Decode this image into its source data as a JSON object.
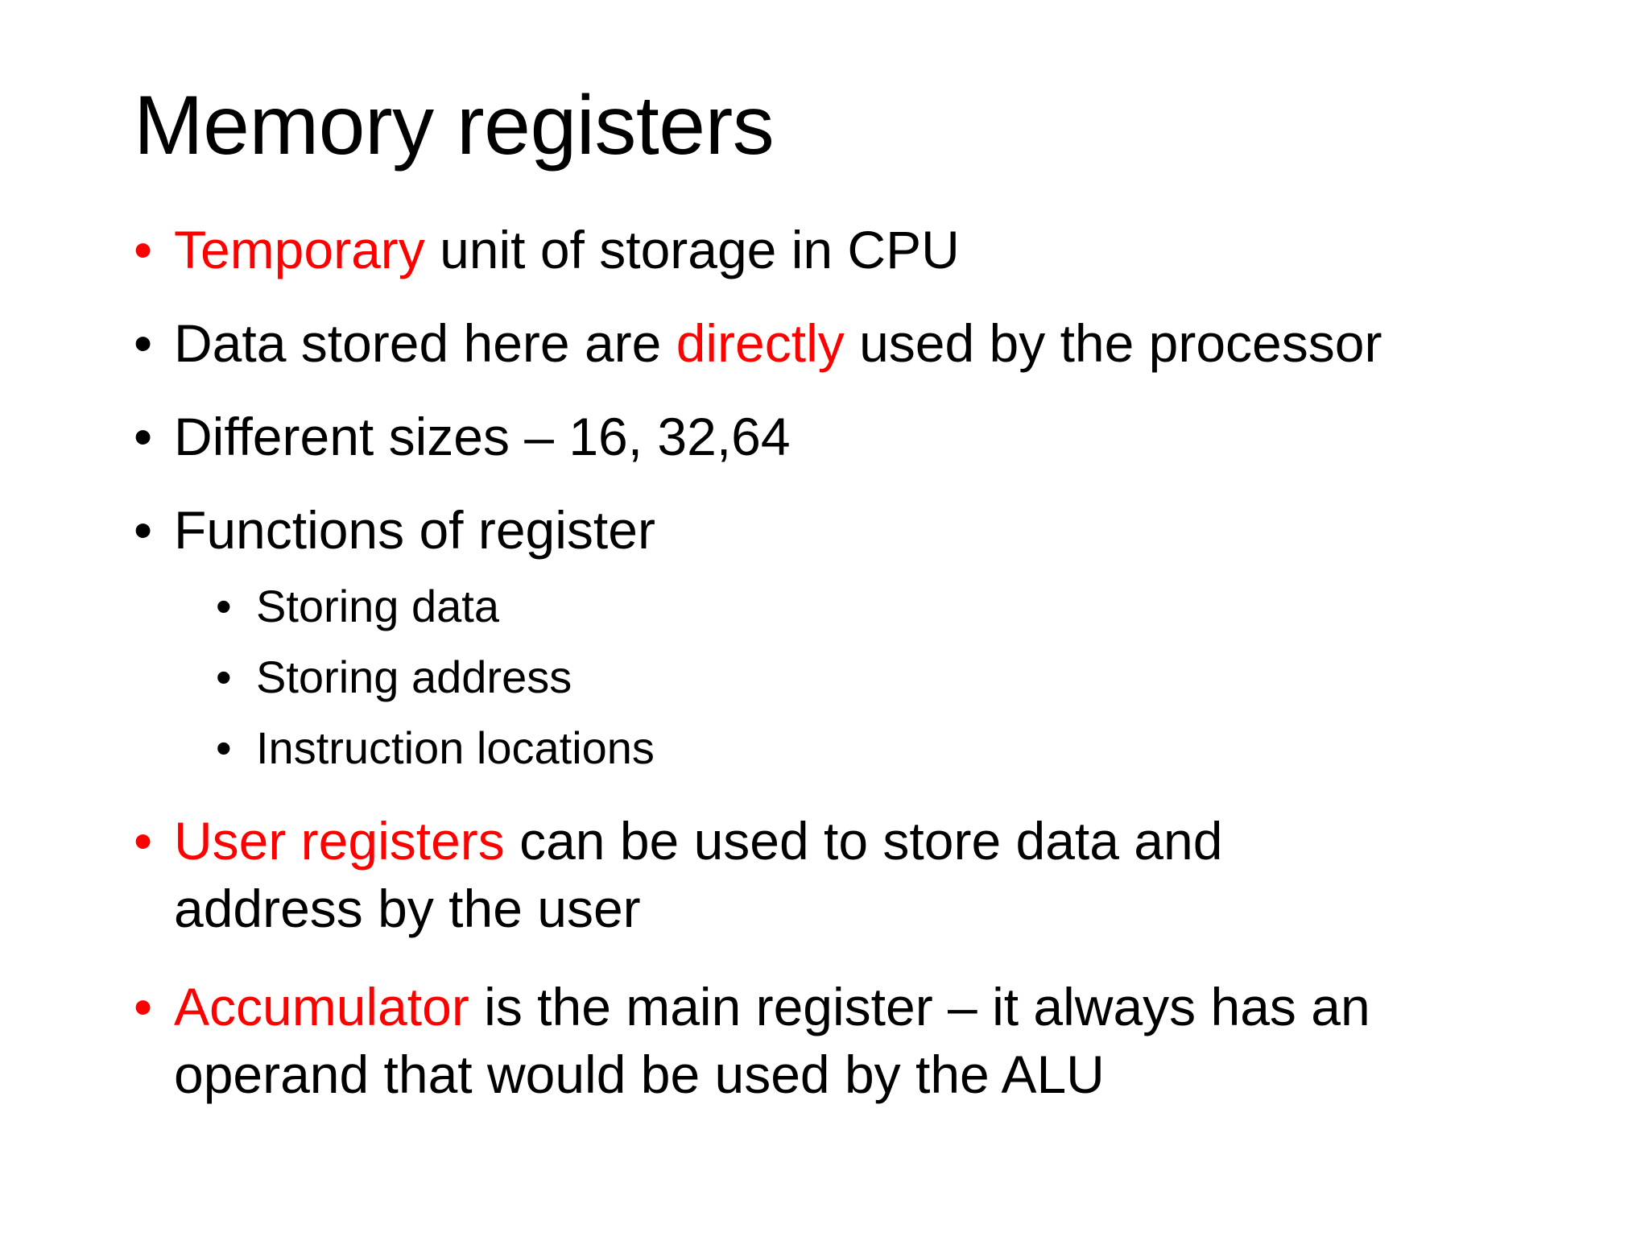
{
  "slide": {
    "title": "Memory registers",
    "colors": {
      "text": "#000000",
      "highlight": "#ff0000",
      "background": "#ffffff"
    },
    "bullet_glyph": "•",
    "items": [
      {
        "pre": "",
        "highlight": "Temporary",
        "post": " unit of storage in CPU"
      },
      {
        "pre": "Data stored here are ",
        "highlight": "directly",
        "post": " used by the processor"
      },
      {
        "pre": "Different sizes – 16, 32,64",
        "highlight": "",
        "post": ""
      },
      {
        "pre": "Functions of register",
        "highlight": "",
        "post": ""
      },
      {
        "pre": "",
        "highlight": "User registers",
        "post": " can be used to store data and address by the user"
      },
      {
        "pre": "",
        "highlight": "Accumulator",
        "post": " is the main register – it always has an operand that would be used by the ALU"
      }
    ],
    "subitems": [
      "Storing data",
      "Storing address",
      "Instruction locations"
    ]
  }
}
